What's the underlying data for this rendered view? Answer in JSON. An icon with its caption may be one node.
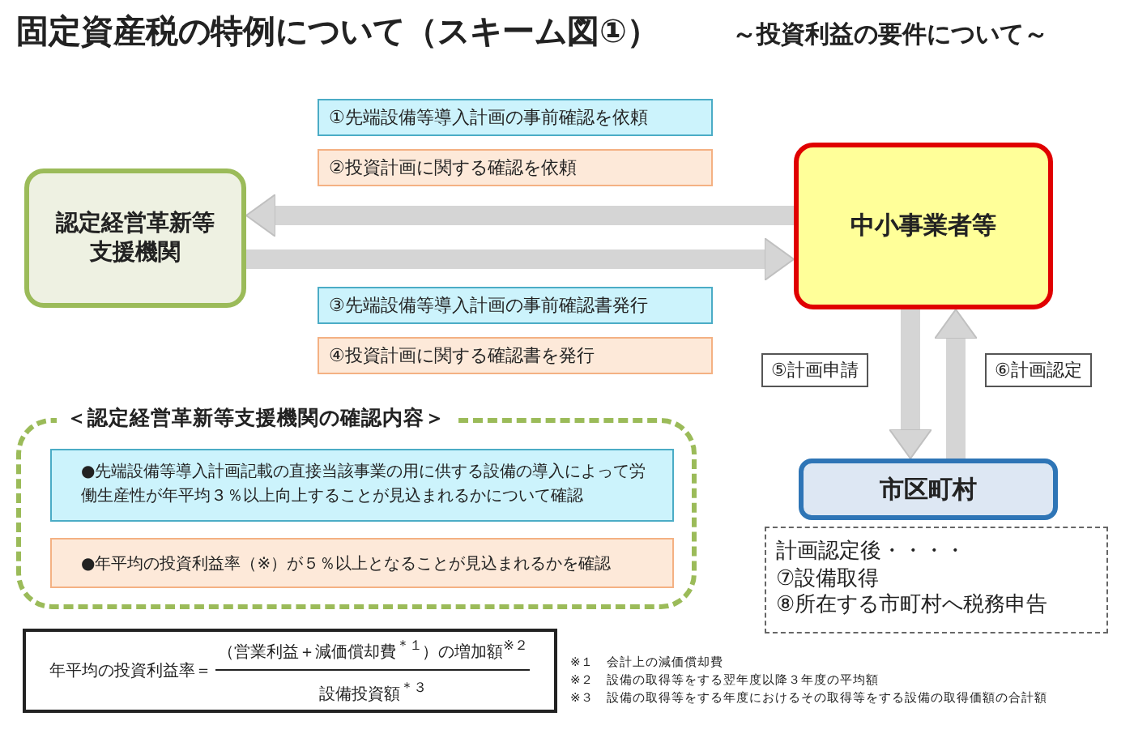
{
  "diagram": {
    "title": "固定資産税の特例について（スキーム図①）",
    "nodes": [
      {
        "text": [
          "認定経営革新等支援機関"
        ]
      },
      {
        "text": [
          "中小事業者等"
        ]
      },
      {
        "text": [
          "市区町村"
        ]
      },
      {
        "text": [
          "計画認定後・・・・",
          "⑦設備取得",
          "⑧所在する市町村へ税務申告"
        ]
      },
      {
        "text": [
          "＜認定経営革新等支援機関の確認内容＞"
        ]
      },
      {
        "text": [
          "●先端設備等導入計画記載の直接当該事業の用に供する設備の導入によって労働生産性が年平均３％以上向上することが見込まれるかについて確認"
        ],
        "in": 4
      },
      {
        "text": [
          "●年平均の投資利益率（※）が５％以上となることが見込まれるかを確認"
        ],
        "in": 4
      },
      {
        "text": [
          "年平均の投資利益率＝",
          "（営業利益＋減価償却費$^{＊１}$）の増加額$^{※２}$",
          "設備投資額$^{＊３}$"
        ]
      },
      {
        "text": [
          "①先端設備等導入計画の事前確認を依頼"
        ]
      },
      {
        "text": [
          "②投資計画に関する確認を依頼"
        ]
      },
      {
        "text": [
          "③先端設備等導入計画の事前確認書発行"
        ]
      },
      {
        "text": [
          "④投資計画に関する確認書を発行"
        ]
      }
    ],
    "edges": [
      {
        "from": 1,
        "to": 0,
        "arrow": "to"
      },
      {
        "from": 0,
        "to": 1,
        "arrow": "to"
      },
      {
        "from": 1,
        "to": 2,
        "arrow": "to",
        "label": "⑤計画申請"
      },
      {
        "from": 2,
        "to": 1,
        "arrow": "to",
        "label": "⑥計画認定"
      }
    ],
    "labels": [
      "～投資利益の要件について～",
      "※１　会計上の減価償却費",
      "※２　設備の取得等をする翌年度以降３年度の平均額",
      "※３　設備の取得等をする年度におけるその取得等をする設備の取得価額の合計額"
    ]
  }
}
